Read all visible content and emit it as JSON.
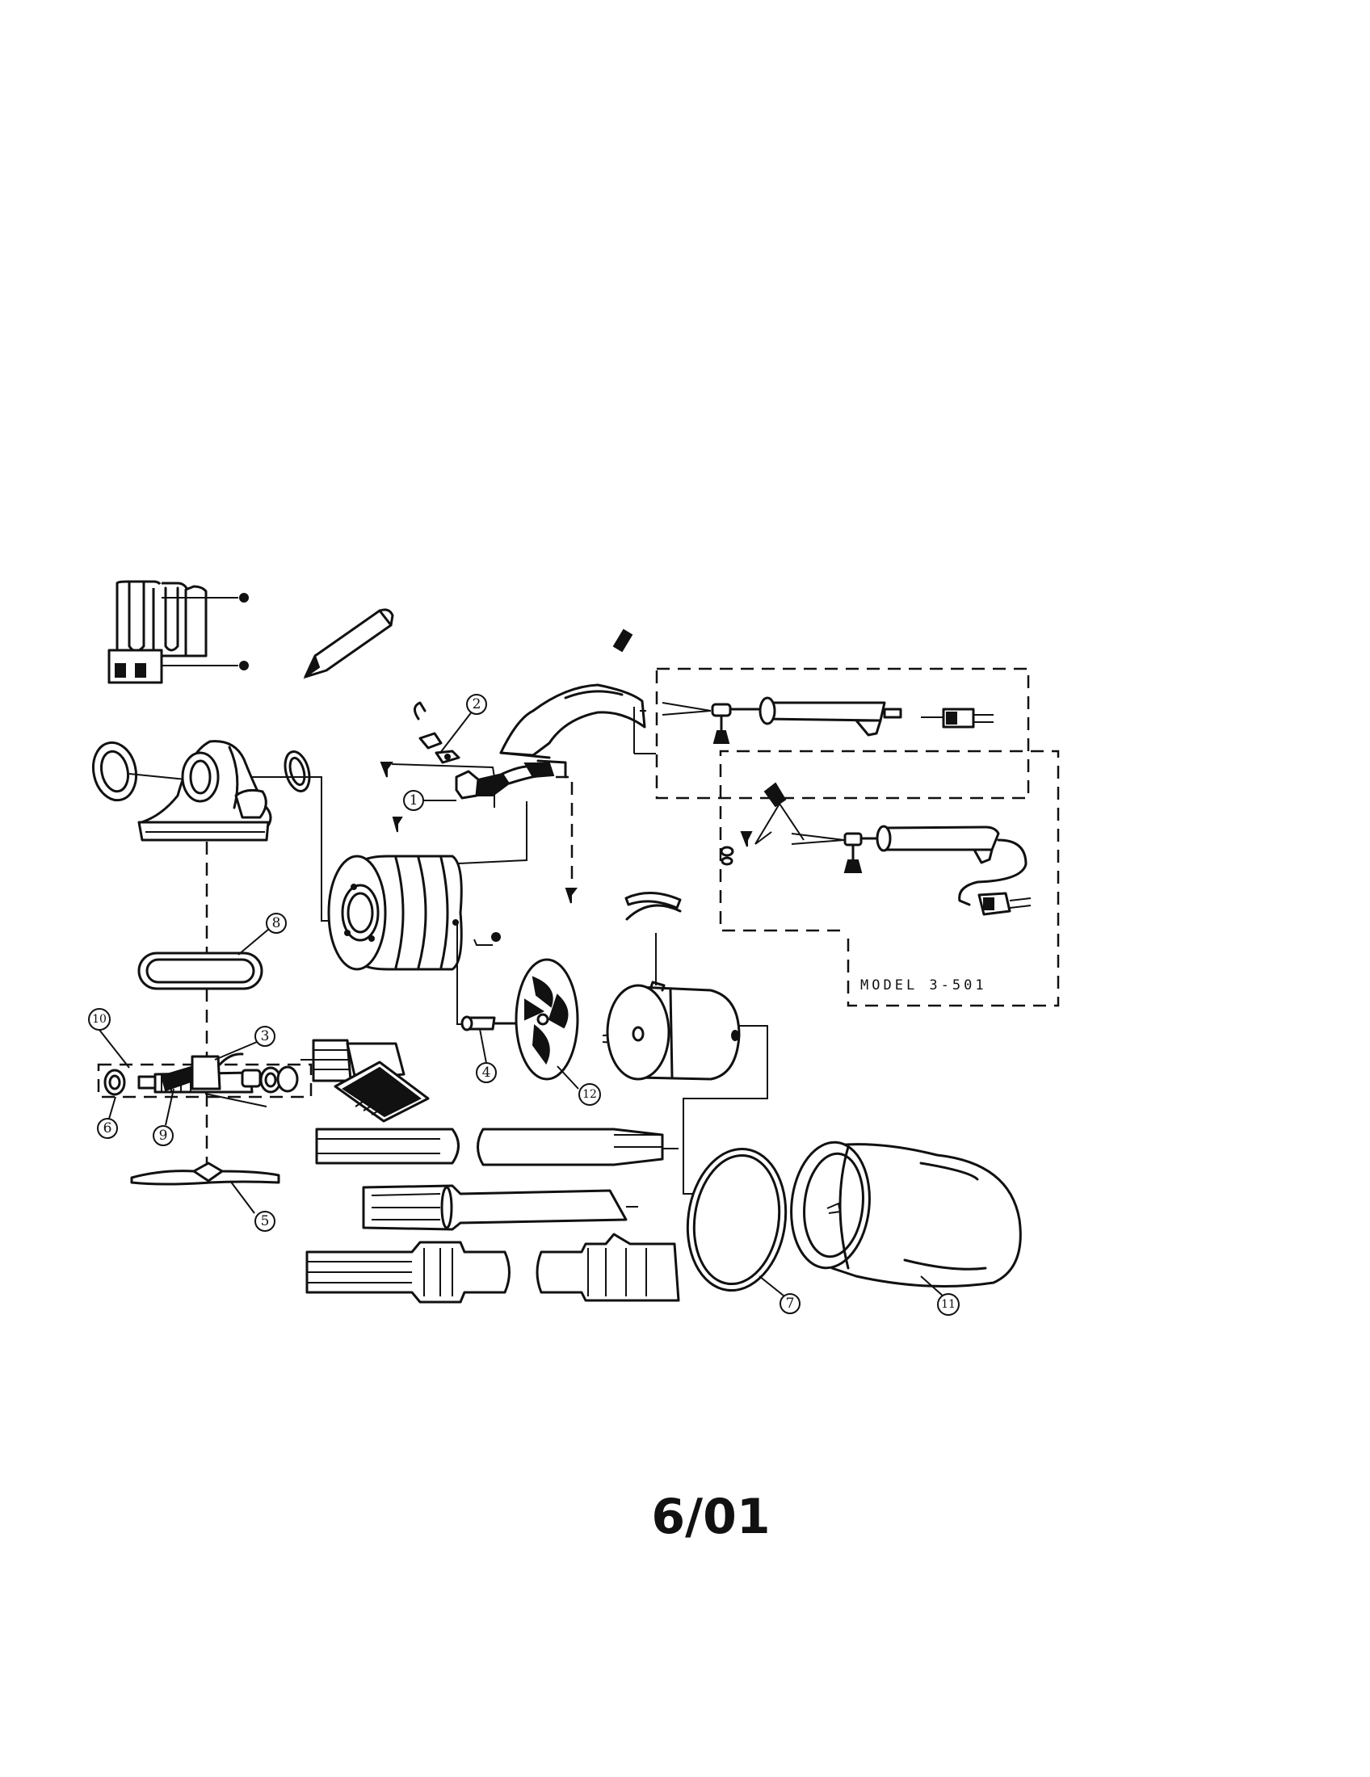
{
  "diagram": {
    "model_label": "MODEL 3-501",
    "footer_date": "6/01",
    "callouts": [
      "1",
      "2",
      "3",
      "4",
      "5",
      "6",
      "7",
      "8",
      "9",
      "10",
      "11",
      "12"
    ]
  }
}
